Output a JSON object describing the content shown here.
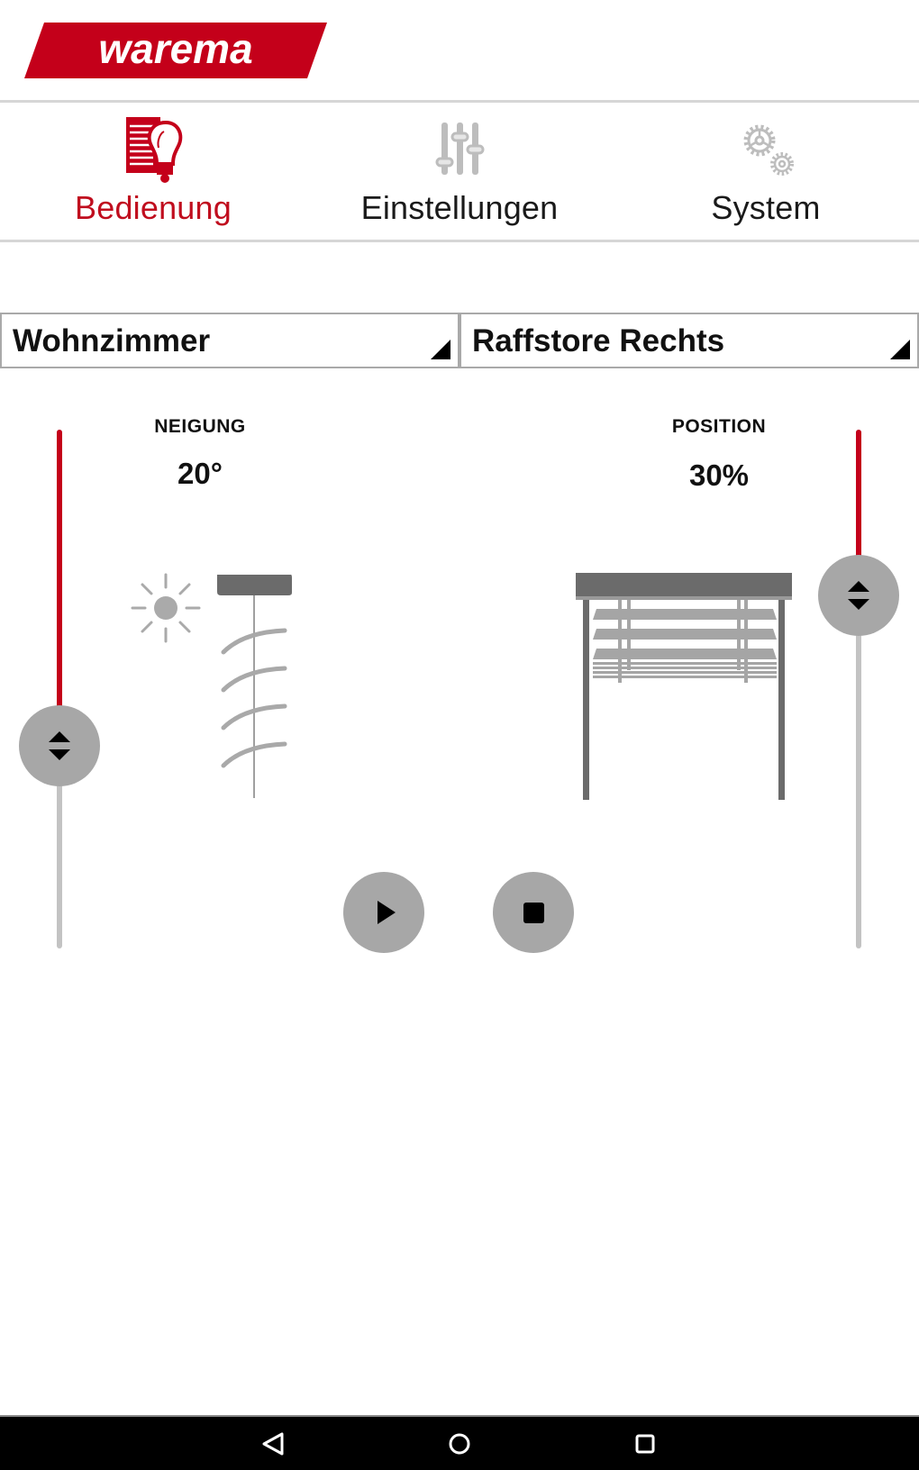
{
  "app": {
    "brand": "warema",
    "brand_color": "#c4001a"
  },
  "tabs": [
    {
      "label": "Bedienung",
      "icon": "blind-lightbulb-icon",
      "active": true
    },
    {
      "label": "Einstellungen",
      "icon": "sliders-icon",
      "active": false
    },
    {
      "label": "System",
      "icon": "gears-icon",
      "active": false
    }
  ],
  "selectors": {
    "room": {
      "value": "Wohnzimmer"
    },
    "device": {
      "value": "Raffstore Rechts"
    }
  },
  "tilt": {
    "label": "NEIGUNG",
    "value": "20°",
    "slider_fraction_from_top": 0.61
  },
  "position": {
    "label": "POSITION",
    "value": "30%",
    "slider_fraction_from_top": 0.32
  },
  "controls": {
    "play": "play-icon",
    "stop": "stop-icon"
  },
  "navbar": {
    "back": "back-icon",
    "home": "home-icon",
    "recents": "recents-icon"
  },
  "colors": {
    "accent": "#c4001a",
    "thumb": "#a7a7a7",
    "track": "#c3c3c3",
    "icon_gray": "#bdbdbd"
  }
}
